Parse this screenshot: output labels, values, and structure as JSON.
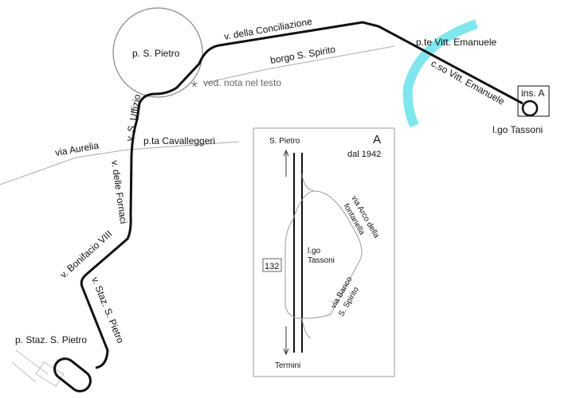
{
  "labels": {
    "piazza_san_pietro": "p. S. Pietro",
    "via_conciliazione": "v. della Conciliazione",
    "borgo_santo_spirito": "borgo S. Spirito",
    "ponte_vitt_emanuele": "p.te Vitt. Emanuele",
    "corso_vitt_emanuele": "c.so Vitt. Emanuele",
    "note": "ved. nota nel testo",
    "note_marker": "*",
    "via_uffizio": "v. S. Uffizio",
    "via_aurelia": "via Aurelia",
    "porta_cavalleggeri": "p.ta Cavalleggeri",
    "via_fornaci": "v. delle Fornaci",
    "via_bonifacio": "v. Bonifacio VIII",
    "via_stazione": "v. Staz. S. Pietro",
    "piazza_stazione": "p. Staz. S. Pietro",
    "terminus_box": "ins. A",
    "largo_tassoni": "l.go Tassoni"
  },
  "inset": {
    "letter": "A",
    "period": "dal 1942",
    "north_label": "S. Pietro",
    "south_label": "Termini",
    "line_number": "132",
    "square": "l.go Tassoni",
    "street_upper": "via Arco della fontanella",
    "street_upper_1": "via Arco della",
    "street_upper_2": "fontanella",
    "street_lower_1": "via Banco",
    "street_lower_2": "S. Spirito"
  },
  "colors": {
    "route": "#111111",
    "street": "#999999",
    "highlight": "#7fe6ee"
  }
}
